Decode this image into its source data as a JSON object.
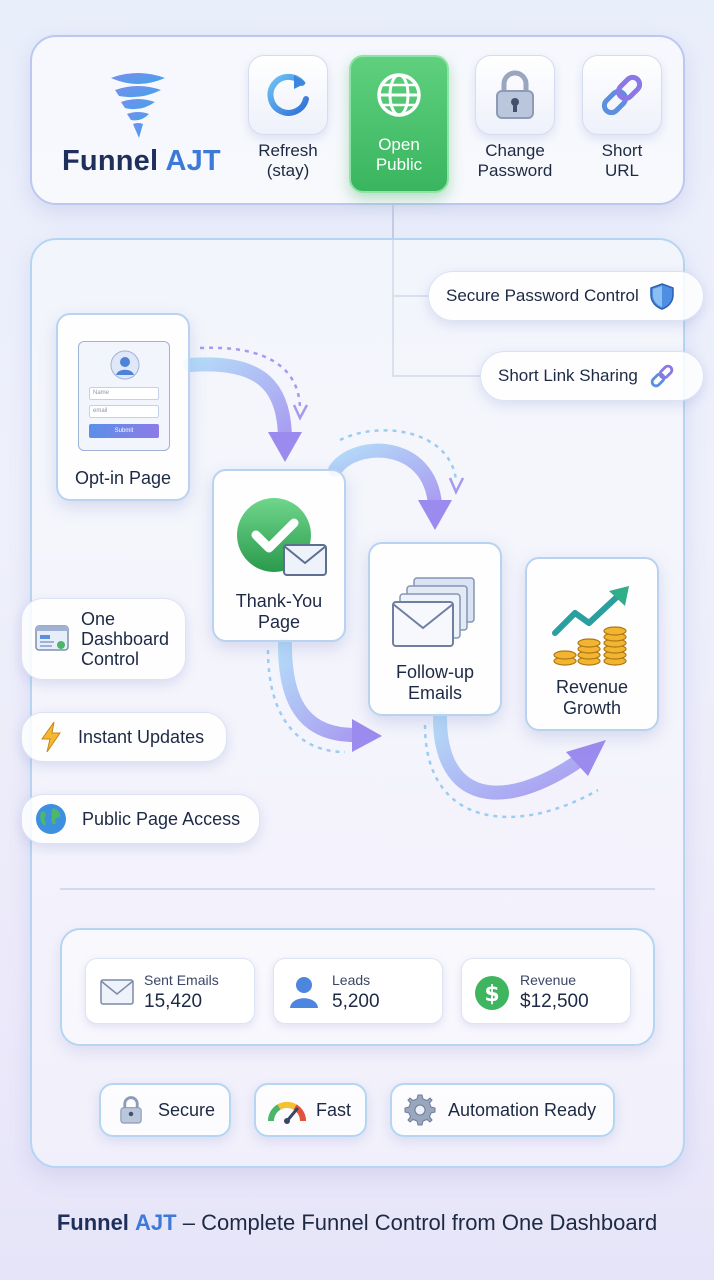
{
  "header": {
    "brand_part1": "Funnel",
    "brand_part2": "AJT",
    "toolbar": [
      {
        "label_line1": "Refresh",
        "label_line2": "(stay)",
        "icon": "refresh-icon"
      },
      {
        "label_line1": "Open",
        "label_line2": "Public",
        "icon": "globe-icon",
        "active": true
      },
      {
        "label_line1": "Change",
        "label_line2": "Password",
        "icon": "lock-icon"
      },
      {
        "label_line1": "Short",
        "label_line2": "URL",
        "icon": "link-icon"
      }
    ]
  },
  "callouts": [
    {
      "label": "Secure Password Control",
      "icon": "shield-icon"
    },
    {
      "label": "Short Link Sharing",
      "icon": "link-icon"
    }
  ],
  "flow": {
    "optin": {
      "label": "Opt-in Page",
      "form_name_placeholder": "Name",
      "form_email_placeholder": "email",
      "form_submit": "Submit"
    },
    "thankyou": {
      "label_line1": "Thank-You",
      "label_line2": "Page"
    },
    "followup": {
      "label_line1": "Follow-up",
      "label_line2": "Emails"
    },
    "revenue": {
      "label_line1": "Revenue",
      "label_line2": "Growth"
    }
  },
  "features": [
    {
      "label_line1": "One",
      "label_line2": "Dashboard",
      "label_line3": "Control",
      "icon": "dashboard-icon"
    },
    {
      "label": "Instant Updates",
      "icon": "lightning-icon"
    },
    {
      "label": "Public Page Access",
      "icon": "earth-icon"
    }
  ],
  "stats": [
    {
      "label": "Sent Emails",
      "value": "15,420",
      "icon": "mail-icon"
    },
    {
      "label": "Leads",
      "value": "5,200",
      "icon": "user-icon"
    },
    {
      "label": "Revenue",
      "value": "$12,500",
      "icon": "dollar-icon"
    }
  ],
  "badges": [
    {
      "label": "Secure",
      "icon": "lock-icon"
    },
    {
      "label": "Fast",
      "icon": "speedometer-icon"
    },
    {
      "label": "Automation Ready",
      "icon": "gear-icon"
    }
  ],
  "footer": {
    "brand_part1": "Funnel",
    "brand_part2": "AJT",
    "tagline": " – Complete Funnel Control from One Dashboard"
  },
  "colors": {
    "brand_dark": "#1f2f5c",
    "brand_blue": "#3d7ad8",
    "active_green": "#3ab55f",
    "arrow_purple": "#9f8ef0",
    "arrow_blue": "#8fc4f2"
  }
}
